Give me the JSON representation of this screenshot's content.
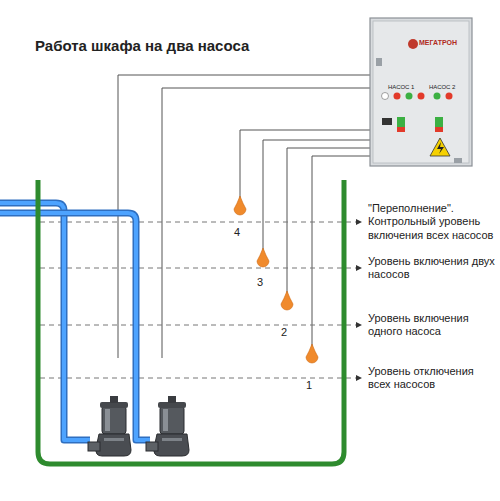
{
  "diagram": {
    "title": "Работа шкафа на два насоса",
    "labels": [
      "МЕГАТРОН",
      "НАСОС 1",
      "НАСОС 2",
      "\"Переполнение\". Контрольный уровень включения всех насосов",
      "4",
      "Уровень включения двух насосов",
      "3",
      "Уровень включения одного насоса",
      "2",
      "Уровень отключения всех насосов",
      "1"
    ]
  }
}
